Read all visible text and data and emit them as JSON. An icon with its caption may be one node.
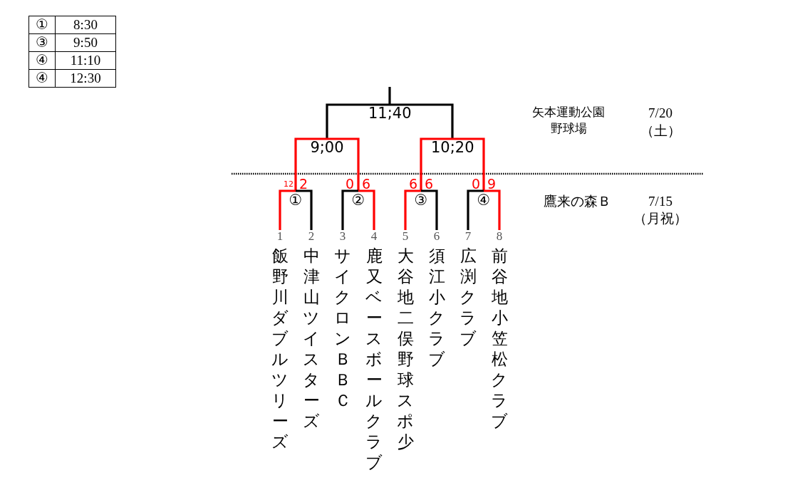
{
  "diagram": {
    "nodes": [
      {
        "text": [
          "11;40"
        ]
      },
      {
        "text": [
          "9;00"
        ]
      },
      {
        "text": [
          "10;20"
        ]
      },
      {
        "text": [
          "①"
        ]
      },
      {
        "text": [
          "②"
        ]
      },
      {
        "text": [
          "③"
        ]
      },
      {
        "text": [
          "④"
        ]
      },
      {
        "text": [
          "飯野川ダブルツリーズ"
        ],
        "beside": [
          "1"
        ]
      },
      {
        "text": [
          "中津山ツイスターズ"
        ],
        "beside": [
          "2"
        ]
      },
      {
        "text": [
          "サイクロンＢＢＣ"
        ],
        "beside": [
          "3"
        ]
      },
      {
        "text": [
          "鹿又ベースボールクラブ"
        ],
        "beside": [
          "4"
        ]
      },
      {
        "text": [
          "大谷地二俣野球スポ少"
        ],
        "beside": [
          "5"
        ]
      },
      {
        "text": [
          "須江小クラブ"
        ],
        "beside": [
          "6"
        ]
      },
      {
        "text": [
          "広渕クラブ"
        ],
        "beside": [
          "7"
        ]
      },
      {
        "text": [
          "前谷地小笠松クラブ"
        ],
        "beside": [
          "8"
        ]
      }
    ],
    "edges": [
      {
        "from": 0,
        "to": null,
        "arrow": "none",
        "color": "#000000"
      },
      {
        "from": 1,
        "to": 0,
        "arrow": "none",
        "color": "#000000"
      },
      {
        "from": 2,
        "to": 0,
        "arrow": "none",
        "color": "#000000"
      },
      {
        "from": 3,
        "to": 1,
        "arrow": "none",
        "color": "#ff0000"
      },
      {
        "from": 4,
        "to": 1,
        "arrow": "none",
        "color": "#ff0000"
      },
      {
        "from": 5,
        "to": 2,
        "arrow": "none",
        "color": "#ff0000"
      },
      {
        "from": 6,
        "to": 2,
        "arrow": "none",
        "color": "#ff0000"
      },
      {
        "from": 7,
        "to": 3,
        "arrow": "none",
        "color": "#ff0000"
      },
      {
        "from": 8,
        "to": 3,
        "arrow": "none",
        "color": "#000000"
      },
      {
        "from": 9,
        "to": 4,
        "arrow": "none",
        "color": "#000000"
      },
      {
        "from": 10,
        "to": 4,
        "arrow": "none",
        "color": "#ff0000"
      },
      {
        "from": 11,
        "to": 5,
        "arrow": "none",
        "color": "#ff0000"
      },
      {
        "from": 12,
        "to": 5,
        "arrow": "none",
        "color": "#000000"
      },
      {
        "from": 13,
        "to": 6,
        "arrow": "none",
        "color": "#000000"
      },
      {
        "from": 14,
        "to": 6,
        "arrow": "none",
        "color": "#ff0000"
      }
    ],
    "labels": [
      "①",
      "8:30",
      "③",
      "9:50",
      "④",
      "11:10",
      "④",
      "12:30",
      "矢本運動公園野球場",
      "7/20",
      "（土）",
      "12",
      "2",
      "0",
      "6",
      "6",
      "6",
      "0",
      "9",
      "鷹来の森Ｂ",
      "7/15",
      "（月祝）"
    ]
  }
}
